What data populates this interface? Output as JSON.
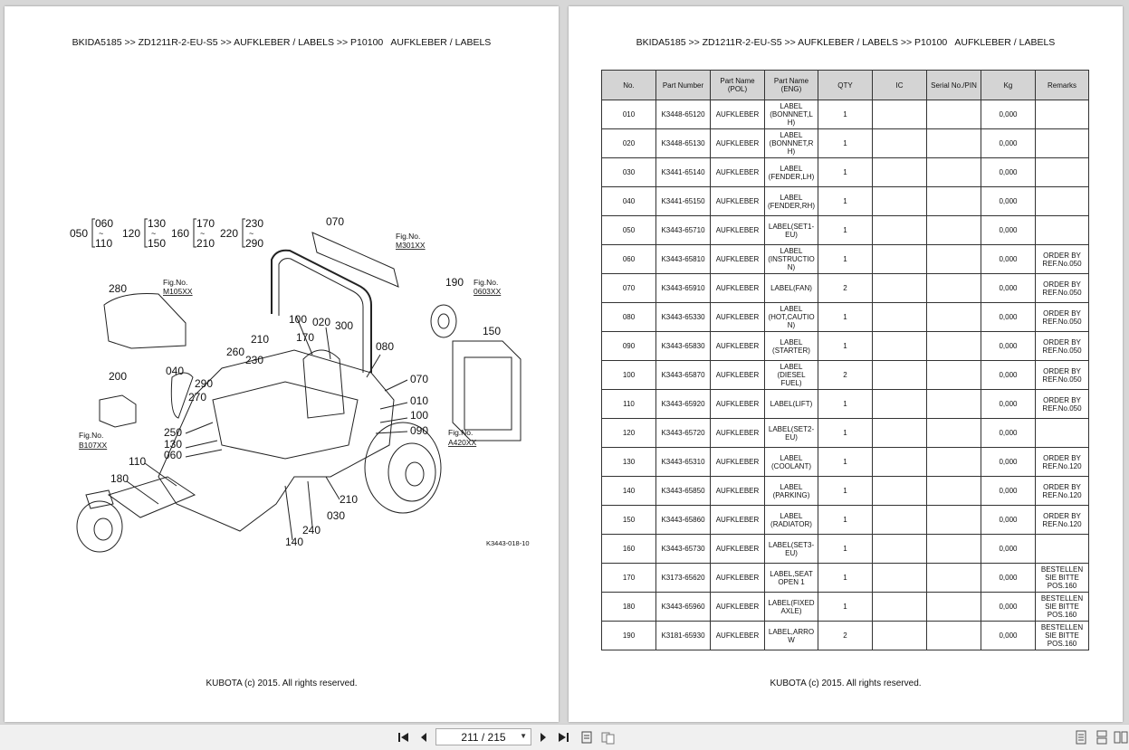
{
  "left_page": {
    "breadcrumb": "BKIDA5185 >> ZD1211R-2-EU-S5 >> AUFKLEBER / LABELS >> P10100   AUFKLEBER / LABELS",
    "footer": "KUBOTA (c) 2015. All rights reserved.",
    "figure": {
      "figure_id": "K3443-018-10",
      "header_groups": [
        {
          "label": "050",
          "top": "060",
          "bottom": "110"
        },
        {
          "label": "120",
          "top": "130",
          "bottom": "150"
        },
        {
          "label": "160",
          "top": "170",
          "bottom": "210"
        },
        {
          "label": "220",
          "top": "230",
          "bottom": "290"
        }
      ],
      "callouts": [
        "070",
        "280",
        "190",
        "150",
        "100",
        "020",
        "300",
        "210",
        "170",
        "080",
        "260",
        "230",
        "040",
        "200",
        "290",
        "270",
        "070",
        "010",
        "100",
        "090",
        "250",
        "130",
        "060",
        "110",
        "180",
        "210",
        "030",
        "240",
        "140"
      ],
      "fig_refs": [
        {
          "line1": "Fig.No.",
          "line2": "M301XX"
        },
        {
          "line1": "Fig.No.",
          "line2": "M105XX"
        },
        {
          "line1": "Fig.No.",
          "line2": "0603XX"
        },
        {
          "line1": "Fig.No.",
          "line2": "B107XX"
        },
        {
          "line1": "Fig.No.",
          "line2": "A420XX"
        }
      ]
    }
  },
  "right_page": {
    "breadcrumb": "BKIDA5185 >> ZD1211R-2-EU-S5 >> AUFKLEBER / LABELS >> P10100   AUFKLEBER / LABELS",
    "footer": "KUBOTA (c) 2015. All rights reserved.",
    "table": {
      "headers": [
        "No.",
        "Part Number",
        "Part Name (POL)",
        "Part Name (ENG)",
        "QTY",
        "IC",
        "Serial No./PIN",
        "Kg",
        "Remarks"
      ],
      "rows": [
        [
          "010",
          "K3448-65120",
          "AUFKLEBER",
          "LABEL (BONNNET,L H)",
          "1",
          "",
          "",
          "0,000",
          ""
        ],
        [
          "020",
          "K3448-65130",
          "AUFKLEBER",
          "LABEL (BONNNET,R H)",
          "1",
          "",
          "",
          "0,000",
          ""
        ],
        [
          "030",
          "K3441-65140",
          "AUFKLEBER",
          "LABEL (FENDER,LH)",
          "1",
          "",
          "",
          "0,000",
          ""
        ],
        [
          "040",
          "K3441-65150",
          "AUFKLEBER",
          "LABEL (FENDER,RH)",
          "1",
          "",
          "",
          "0,000",
          ""
        ],
        [
          "050",
          "K3443-65710",
          "AUFKLEBER",
          "LABEL(SET1- EU)",
          "1",
          "",
          "",
          "0,000",
          ""
        ],
        [
          "060",
          "K3443-65810",
          "AUFKLEBER",
          "LABEL (INSTRUCTIO N)",
          "1",
          "",
          "",
          "0,000",
          "ORDER BY REF.No.050"
        ],
        [
          "070",
          "K3443-65910",
          "AUFKLEBER",
          "LABEL(FAN)",
          "2",
          "",
          "",
          "0,000",
          "ORDER BY REF.No.050"
        ],
        [
          "080",
          "K3443-65330",
          "AUFKLEBER",
          "LABEL (HOT,CAUTIO N)",
          "1",
          "",
          "",
          "0,000",
          "ORDER BY REF.No.050"
        ],
        [
          "090",
          "K3443-65830",
          "AUFKLEBER",
          "LABEL (STARTER)",
          "1",
          "",
          "",
          "0,000",
          "ORDER BY REF.No.050"
        ],
        [
          "100",
          "K3443-65870",
          "AUFKLEBER",
          "LABEL (DIESEL FUEL)",
          "2",
          "",
          "",
          "0,000",
          "ORDER BY REF.No.050"
        ],
        [
          "110",
          "K3443-65920",
          "AUFKLEBER",
          "LABEL(LIFT)",
          "1",
          "",
          "",
          "0,000",
          "ORDER BY REF.No.050"
        ],
        [
          "120",
          "K3443-65720",
          "AUFKLEBER",
          "LABEL(SET2- EU)",
          "1",
          "",
          "",
          "0,000",
          ""
        ],
        [
          "130",
          "K3443-65310",
          "AUFKLEBER",
          "LABEL (COOLANT)",
          "1",
          "",
          "",
          "0,000",
          "ORDER BY REF.No.120"
        ],
        [
          "140",
          "K3443-65850",
          "AUFKLEBER",
          "LABEL (PARKING)",
          "1",
          "",
          "",
          "0,000",
          "ORDER BY REF.No.120"
        ],
        [
          "150",
          "K3443-65860",
          "AUFKLEBER",
          "LABEL (RADIATOR)",
          "1",
          "",
          "",
          "0,000",
          "ORDER BY REF.No.120"
        ],
        [
          "160",
          "K3443-65730",
          "AUFKLEBER",
          "LABEL(SET3- EU)",
          "1",
          "",
          "",
          "0,000",
          ""
        ],
        [
          "170",
          "K3173-65620",
          "AUFKLEBER",
          "LABEL,SEAT OPEN 1",
          "1",
          "",
          "",
          "0,000",
          "BESTELLEN SIE BITTE POS.160"
        ],
        [
          "180",
          "K3443-65960",
          "AUFKLEBER",
          "LABEL(FIXED AXLE)",
          "1",
          "",
          "",
          "0,000",
          "BESTELLEN SIE BITTE POS.160"
        ],
        [
          "190",
          "K3181-65930",
          "AUFKLEBER",
          "LABEL,ARRO W",
          "2",
          "",
          "",
          "0,000",
          "BESTELLEN SIE BITTE POS.160"
        ]
      ]
    }
  },
  "toolbar": {
    "page_indicator": "211 / 215",
    "icons": [
      "first-page-icon",
      "prev-page-icon",
      "next-page-icon",
      "last-page-icon",
      "fit-page-icon",
      "two-page-icon",
      "single-page-view-icon",
      "continuous-view-icon",
      "facing-view-icon"
    ]
  }
}
